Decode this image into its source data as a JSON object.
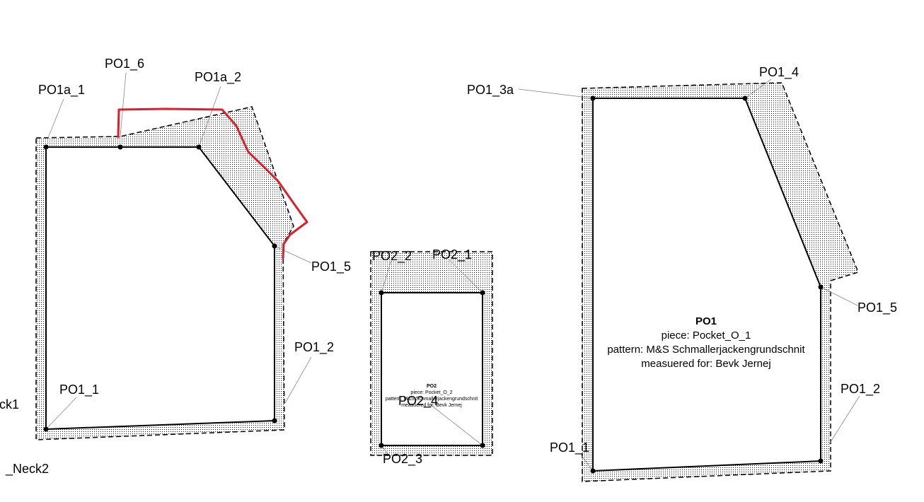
{
  "piece_left": {
    "labels": {
      "po1a_1": "PO1a_1",
      "po1_6": "PO1_6",
      "po1a_2": "PO1a_2",
      "po1_5": "PO1_5",
      "po1_2": "PO1_2",
      "po1_1": "PO1_1",
      "neck1": "ck1",
      "neck2": "_Neck2"
    }
  },
  "piece_middle": {
    "labels": {
      "po2_2": "PO2_2",
      "po2_1": "PO2_1",
      "po2_3": "PO2_3",
      "po2_4": "PO2_4"
    },
    "info": {
      "name": "PO2",
      "piece": "piece: Pocket_O_2",
      "pattern": "pattern: M&S Schmallerjackengrundschnit",
      "measured": "measuered for: Bevk Jernej"
    }
  },
  "piece_right": {
    "labels": {
      "po1_3a": "PO1_3a",
      "po1_4": "PO1_4",
      "po1_5": "PO1_5",
      "po1_2": "PO1_2",
      "po1_1": "PO1_1"
    },
    "info": {
      "name": "PO1",
      "piece": "piece: Pocket_O_1",
      "pattern": "pattern: M&S Schmallerjackengrundschnit",
      "measured": "measuered for: Bevk Jernej"
    }
  },
  "colors": {
    "outline": "#000000",
    "annotation": "#dd1f2c",
    "leader": "#888888",
    "background": "#ffffff"
  }
}
